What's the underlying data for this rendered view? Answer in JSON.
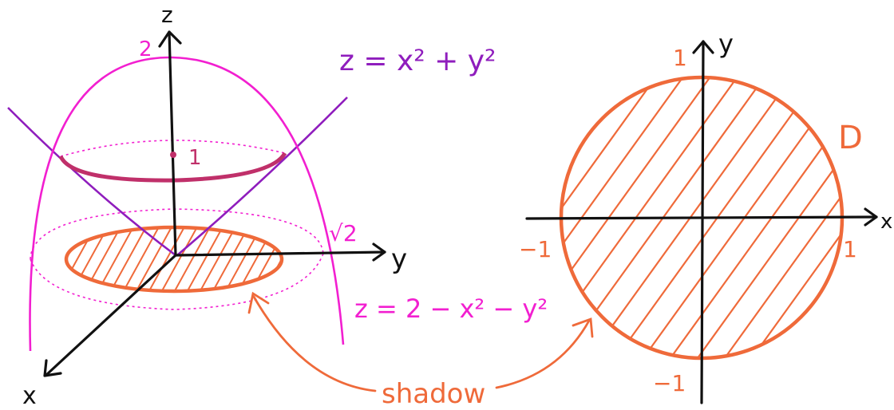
{
  "colors": {
    "axis": "#111111",
    "paraboloid_down": "#f21fd0",
    "paraboloid_up": "#8f1dbd",
    "intersection": "#c0306a",
    "shadow": "#ef6a3a"
  },
  "left_figure": {
    "axis_z_label": "z",
    "axis_y_label": "y",
    "axis_x_label": "x",
    "top_mark": "2",
    "height_mark": "1",
    "radius_mark": "√2",
    "eq_up": "z = x² + y²",
    "eq_down": "z = 2 − x² − y²"
  },
  "right_figure": {
    "axis_y_label": "y",
    "axis_x_label": "x",
    "tick_top": "1",
    "tick_bottom": "−1",
    "tick_left": "−1",
    "tick_right": "1",
    "region_label": "D"
  },
  "annotation": {
    "shadow_label": "shadow"
  }
}
